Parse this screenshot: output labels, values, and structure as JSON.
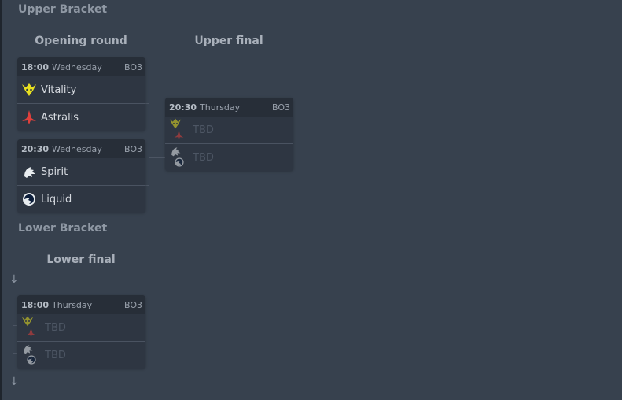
{
  "upper_bracket": {
    "title": "Upper Bracket",
    "rounds": [
      {
        "title": "Opening round",
        "matches": [
          {
            "time": "18:00",
            "day": "Wednesday",
            "format": "BO3",
            "teams": [
              {
                "name": "Vitality",
                "icon": "vitality-logo-icon"
              },
              {
                "name": "Astralis",
                "icon": "astralis-logo-icon"
              }
            ]
          },
          {
            "time": "20:30",
            "day": "Wednesday",
            "format": "BO3",
            "teams": [
              {
                "name": "Spirit",
                "icon": "spirit-logo-icon"
              },
              {
                "name": "Liquid",
                "icon": "liquid-logo-icon"
              }
            ]
          }
        ]
      },
      {
        "title": "Upper final",
        "matches": [
          {
            "time": "20:30",
            "day": "Thursday",
            "format": "BO3",
            "teams": [
              {
                "name": "TBD"
              },
              {
                "name": "TBD"
              }
            ]
          }
        ]
      }
    ]
  },
  "lower_bracket": {
    "title": "Lower Bracket",
    "rounds": [
      {
        "title": "Lower final",
        "matches": [
          {
            "time": "18:00",
            "day": "Thursday",
            "format": "BO3",
            "teams": [
              {
                "name": "TBD"
              },
              {
                "name": "TBD"
              }
            ]
          }
        ]
      }
    ]
  },
  "arrows": [
    "↓",
    "↓"
  ],
  "colors": {
    "vitality": "#e8e020",
    "astralis": "#e0403c",
    "spirit": "#e8ecef",
    "liquid": "#0b1d3a"
  }
}
